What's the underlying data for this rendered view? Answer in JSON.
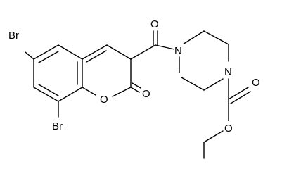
{
  "molecule": {
    "atoms": {
      "br_top": "Br",
      "br_bottom": "Br",
      "o_ring": "O",
      "o_lactone_carbonyl": "O",
      "o_amide_carbonyl": "O",
      "n_amide": "N",
      "n_carbamate": "N",
      "o_carbamate_carbonyl": "O",
      "o_ester": "O"
    }
  }
}
